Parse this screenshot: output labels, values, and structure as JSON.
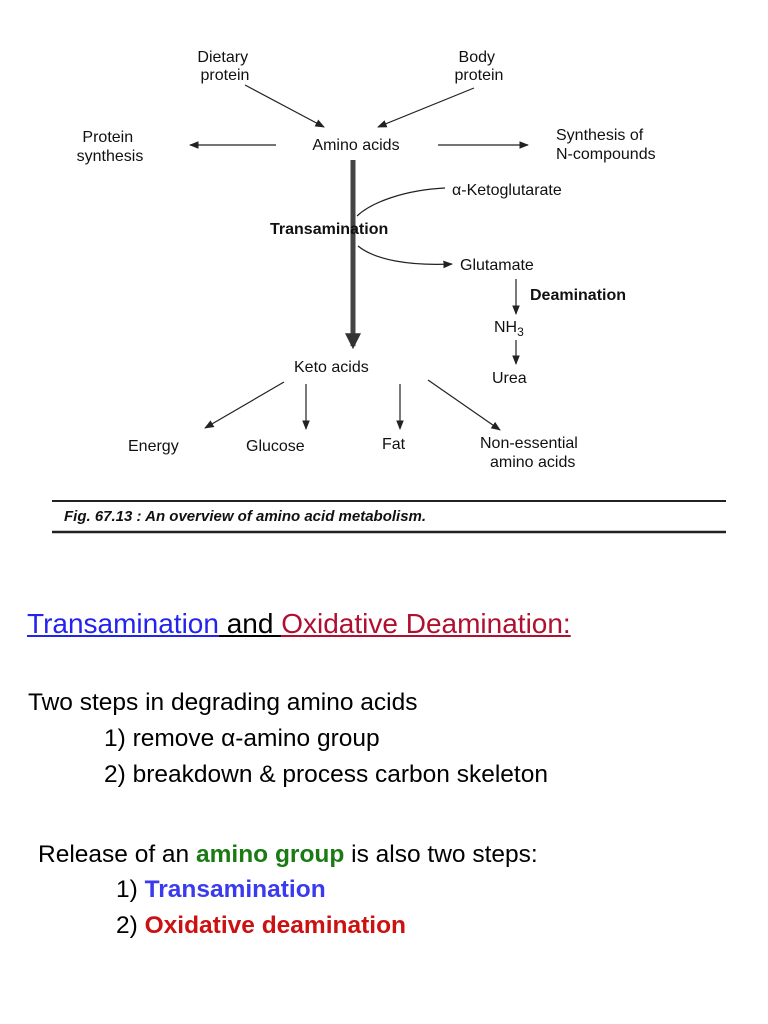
{
  "figure": {
    "nodes": {
      "dietary_protein": [
        "Dietary",
        "protein"
      ],
      "body_protein": [
        "Body",
        "protein"
      ],
      "protein_synthesis": [
        "Protein",
        "synthesis"
      ],
      "amino_acids": "Amino acids",
      "synthesis_n_compounds": [
        "Synthesis of",
        "N-compounds"
      ],
      "alpha_ketoglutarate": "α-Ketoglutarate",
      "transamination": "Transamination",
      "glutamate": "Glutamate",
      "deamination": "Deamination",
      "nh3": "NH",
      "nh3_subscript": "3",
      "urea": "Urea",
      "keto_acids": "Keto acids",
      "energy": "Energy",
      "glucose": "Glucose",
      "fat": "Fat",
      "non_essential": [
        "Non-essential",
        "amino acids"
      ]
    },
    "caption": "Fig. 67.13 : An overview of amino acid metabolism."
  },
  "slide": {
    "heading": {
      "part1": "Transamination",
      "part2": " and ",
      "part3": "Oxidative Deamination:",
      "color_part1": "#2323ee",
      "color_part3": "#b01030"
    },
    "intro": "Two steps in degrading amino acids",
    "steps": [
      {
        "prefix": "1) remove ",
        "symbol": "α",
        "rest": "-amino group"
      },
      {
        "prefix": "2) breakdown & process carbon skeleton"
      }
    ],
    "release": {
      "pre": "Release of an ",
      "highlight": "amino group",
      "post": " is also two steps:",
      "color_highlight": "#1a7a14"
    },
    "release_steps": [
      {
        "num": "1) ",
        "label": "Transamination",
        "color": "#3a3aee"
      },
      {
        "num": "2) ",
        "label": "Oxidative deamination",
        "color": "#cc1111"
      }
    ]
  }
}
